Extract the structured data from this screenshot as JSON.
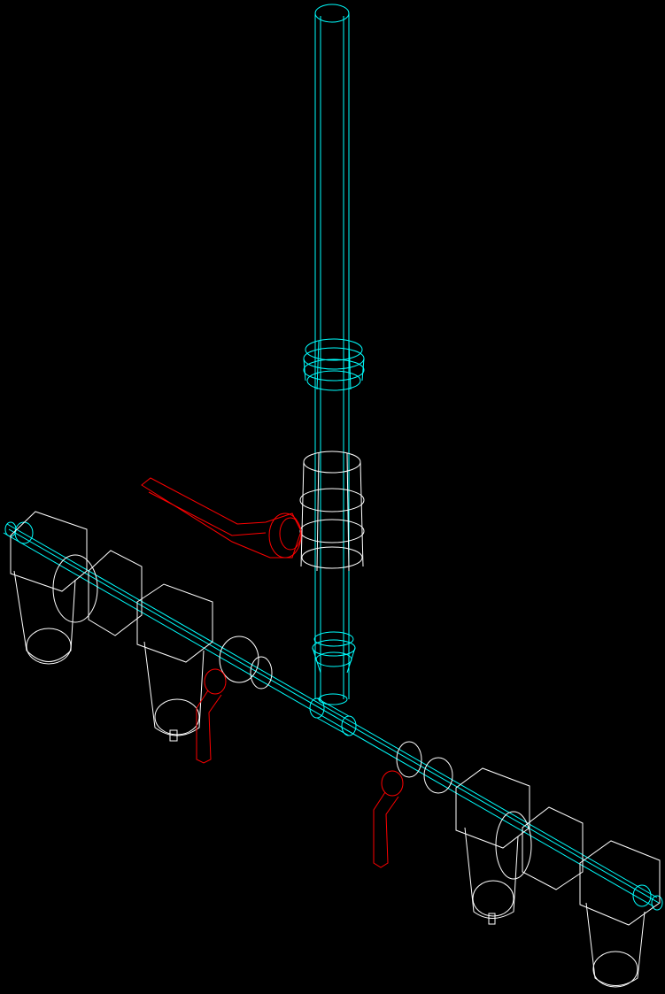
{
  "drawing": {
    "background": "#000000",
    "colors": {
      "pipe": "#00ffff",
      "fittings": "#ffffff",
      "valve_handles": "#ff0000"
    },
    "components": [
      "vertical-pipe",
      "pipe-union",
      "ball-valve",
      "header-pipe",
      "tee-fitting",
      "filter-units",
      "valve-handles"
    ]
  }
}
